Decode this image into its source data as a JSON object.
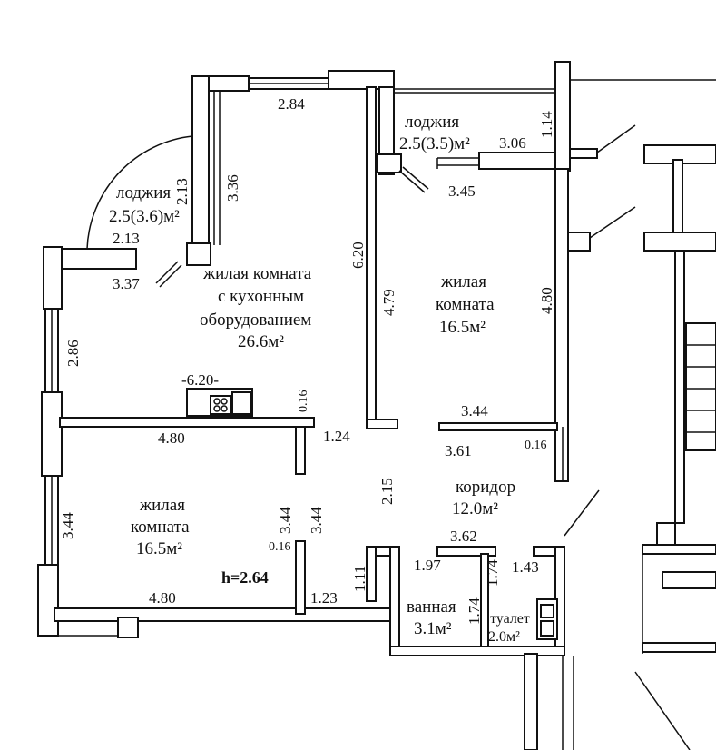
{
  "rooms": {
    "loggia_left": {
      "name": "лоджия",
      "area": "2.5(3.6)м²"
    },
    "loggia_top": {
      "name": "лоджия",
      "area": "2.5(3.5)м²"
    },
    "living_kitchen": {
      "line1": "жилая комната",
      "line2": "с кухонным",
      "line3": "оборудованием",
      "area": "26.6м²"
    },
    "living_right": {
      "line1": "жилая",
      "line2": "комната",
      "area": "16.5м²"
    },
    "living_bottom": {
      "line1": "жилая",
      "line2": "комната",
      "area": "16.5м²"
    },
    "corridor": {
      "name": "коридор",
      "area": "12.0м²"
    },
    "bathroom": {
      "name": "ванная",
      "area": "3.1м²"
    },
    "toilet": {
      "name": "туалет",
      "area": "2.0м²"
    }
  },
  "ceiling_height": "h=2.64",
  "dimensions": {
    "d284": "2.84",
    "d114": "1.14",
    "d306": "3.06",
    "d345": "3.45",
    "d213a": "2.13",
    "d213b": "2.13",
    "d336": "3.36",
    "d337": "3.37",
    "d620v": "6.20",
    "d479": "4.79",
    "d480v": "4.80",
    "d286": "2.86",
    "d620h": "-6.20-",
    "d016a": "0.16",
    "d480a": "4.80",
    "d124": "1.24",
    "d344r": "3.44",
    "d361": "3.61",
    "d016b": "0.16",
    "d215": "2.15",
    "d344l": "3.44",
    "d344m1": "3.44",
    "d344m2": "3.44",
    "d016c": "0.16",
    "d111": "1.11",
    "d362": "3.62",
    "d197": "1.97",
    "d174a": "1.74",
    "d174b": "1.74",
    "d143": "1.43",
    "d480b": "4.80",
    "d123": "1.23"
  }
}
